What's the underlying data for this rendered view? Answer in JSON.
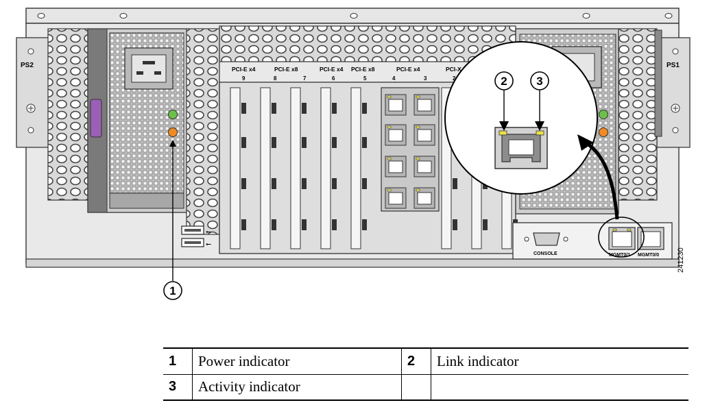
{
  "diagram": {
    "power_supply_left_label": "PS2",
    "power_supply_right_label": "PS1",
    "pcie_labels": [
      "PCI-E x4",
      "PCI-E x8",
      "PCI-E x4",
      "PCI-E x8",
      "PCI-E x4",
      "PCI-X"
    ],
    "slot_numbers": [
      "9",
      "8",
      "7",
      "6",
      "5",
      "4",
      "3",
      "2"
    ],
    "console_label": "CONSOLE",
    "mgmt_port_1_label": "MGMT0/1",
    "mgmt_port_0_label": "MGMT0/0",
    "figure_id": "241230",
    "callouts": [
      "1",
      "2",
      "3"
    ]
  },
  "legend": {
    "rows": [
      [
        {
          "num": "1",
          "text": "Power indicator"
        },
        {
          "num": "2",
          "text": "Link indicator"
        }
      ],
      [
        {
          "num": "3",
          "text": "Activity indicator"
        },
        {
          "num": "",
          "text": ""
        }
      ]
    ]
  },
  "colors": {
    "chassis": "#e1e1e1",
    "dark_panel": "#7a7a7a",
    "power_led": "#6cc04a",
    "fault_led": "#f08a24",
    "link_led": "#e8e24a",
    "purple_tab": "#9b5fb5"
  }
}
